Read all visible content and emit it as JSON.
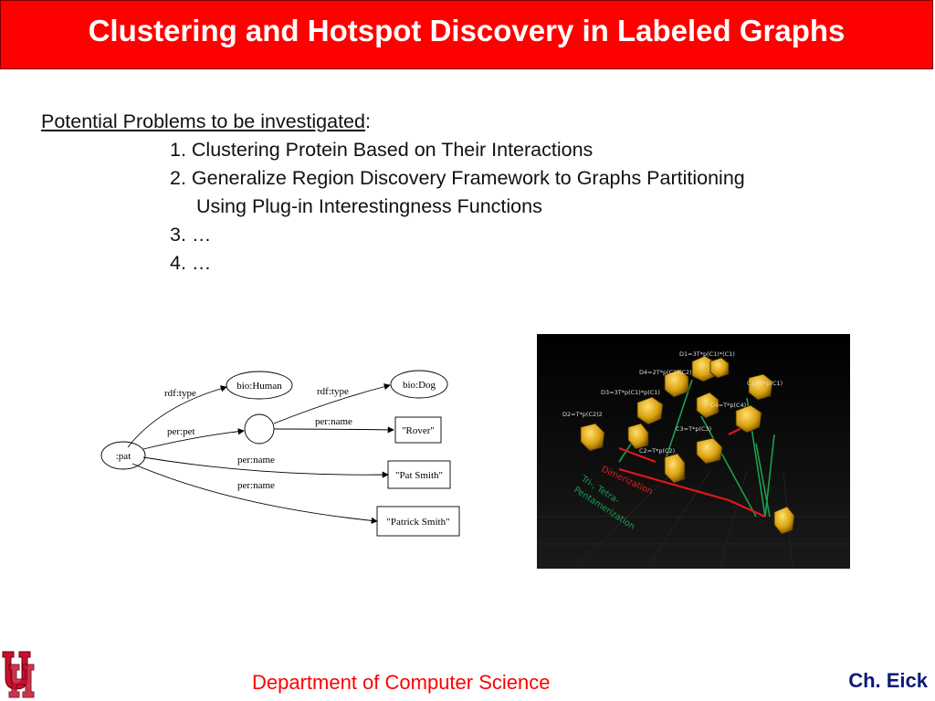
{
  "title": "Clustering and Hotspot Discovery in Labeled Graphs",
  "heading": {
    "text": "Potential Problems to be investigated",
    "suffix": ":"
  },
  "items": [
    "1. Clustering Protein Based on Their Interactions",
    "2. Generalize Region Discovery Framework to Graphs Partitioning",
    "Using Plug-in Interestingness Functions",
    "3. …",
    "4. …"
  ],
  "rdf_graph": {
    "nodes": {
      "pat": ":pat",
      "human": "bio:Human",
      "dog": "bio:Dog",
      "rover": "\"Rover\"",
      "pat_smith": "\"Pat Smith\"",
      "patrick_smith": "\"Patrick Smith\""
    },
    "edges": {
      "type1": "rdf:type",
      "pet": "per:pet",
      "type2": "rdf:type",
      "name1": "per:name",
      "name2": "per:name",
      "name3": "per:name"
    }
  },
  "photo": {
    "labels": {
      "d1": "D1=3T*p(C1)*(C1)",
      "d4": "D4=2T*p(C2)(C2)",
      "c1": "C1=T*p(C1)",
      "d3": "D3=3T*p(C1)*p(C1)",
      "c4": "C4=T*p(C4)",
      "d2": "D2=T*p(C2)2",
      "c3": "C3=T*p(C3)",
      "c2": "C2=T*p(C2)",
      "dimer": "Dimerization",
      "tetra1": "Tri-, Tetra-",
      "tetra2": "Pentamerization"
    }
  },
  "footer": {
    "department": "Department of Computer Science",
    "author": "Ch. Eick"
  }
}
